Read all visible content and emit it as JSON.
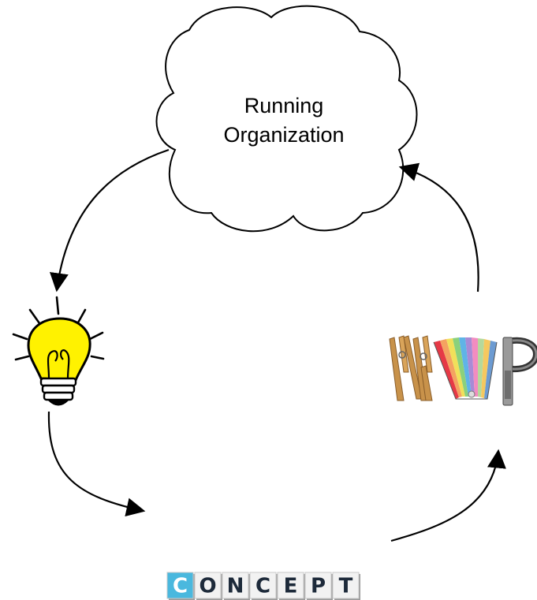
{
  "cloud": {
    "line1": "Running",
    "line2": "Organization"
  },
  "concept": {
    "letters": [
      "C",
      "O",
      "N",
      "C",
      "E",
      "P",
      "T"
    ],
    "highlight_color": "#4ab8de",
    "tile_color": "#f2f2f2",
    "letter_color": "#1d2a3a"
  },
  "mvp": {
    "letters": [
      "M",
      "V",
      "P"
    ]
  },
  "colors": {
    "bulb": "#fff200",
    "line": "#000000"
  },
  "icons": {
    "idea": "lightbulb-icon",
    "process": "cycle-arrows"
  }
}
